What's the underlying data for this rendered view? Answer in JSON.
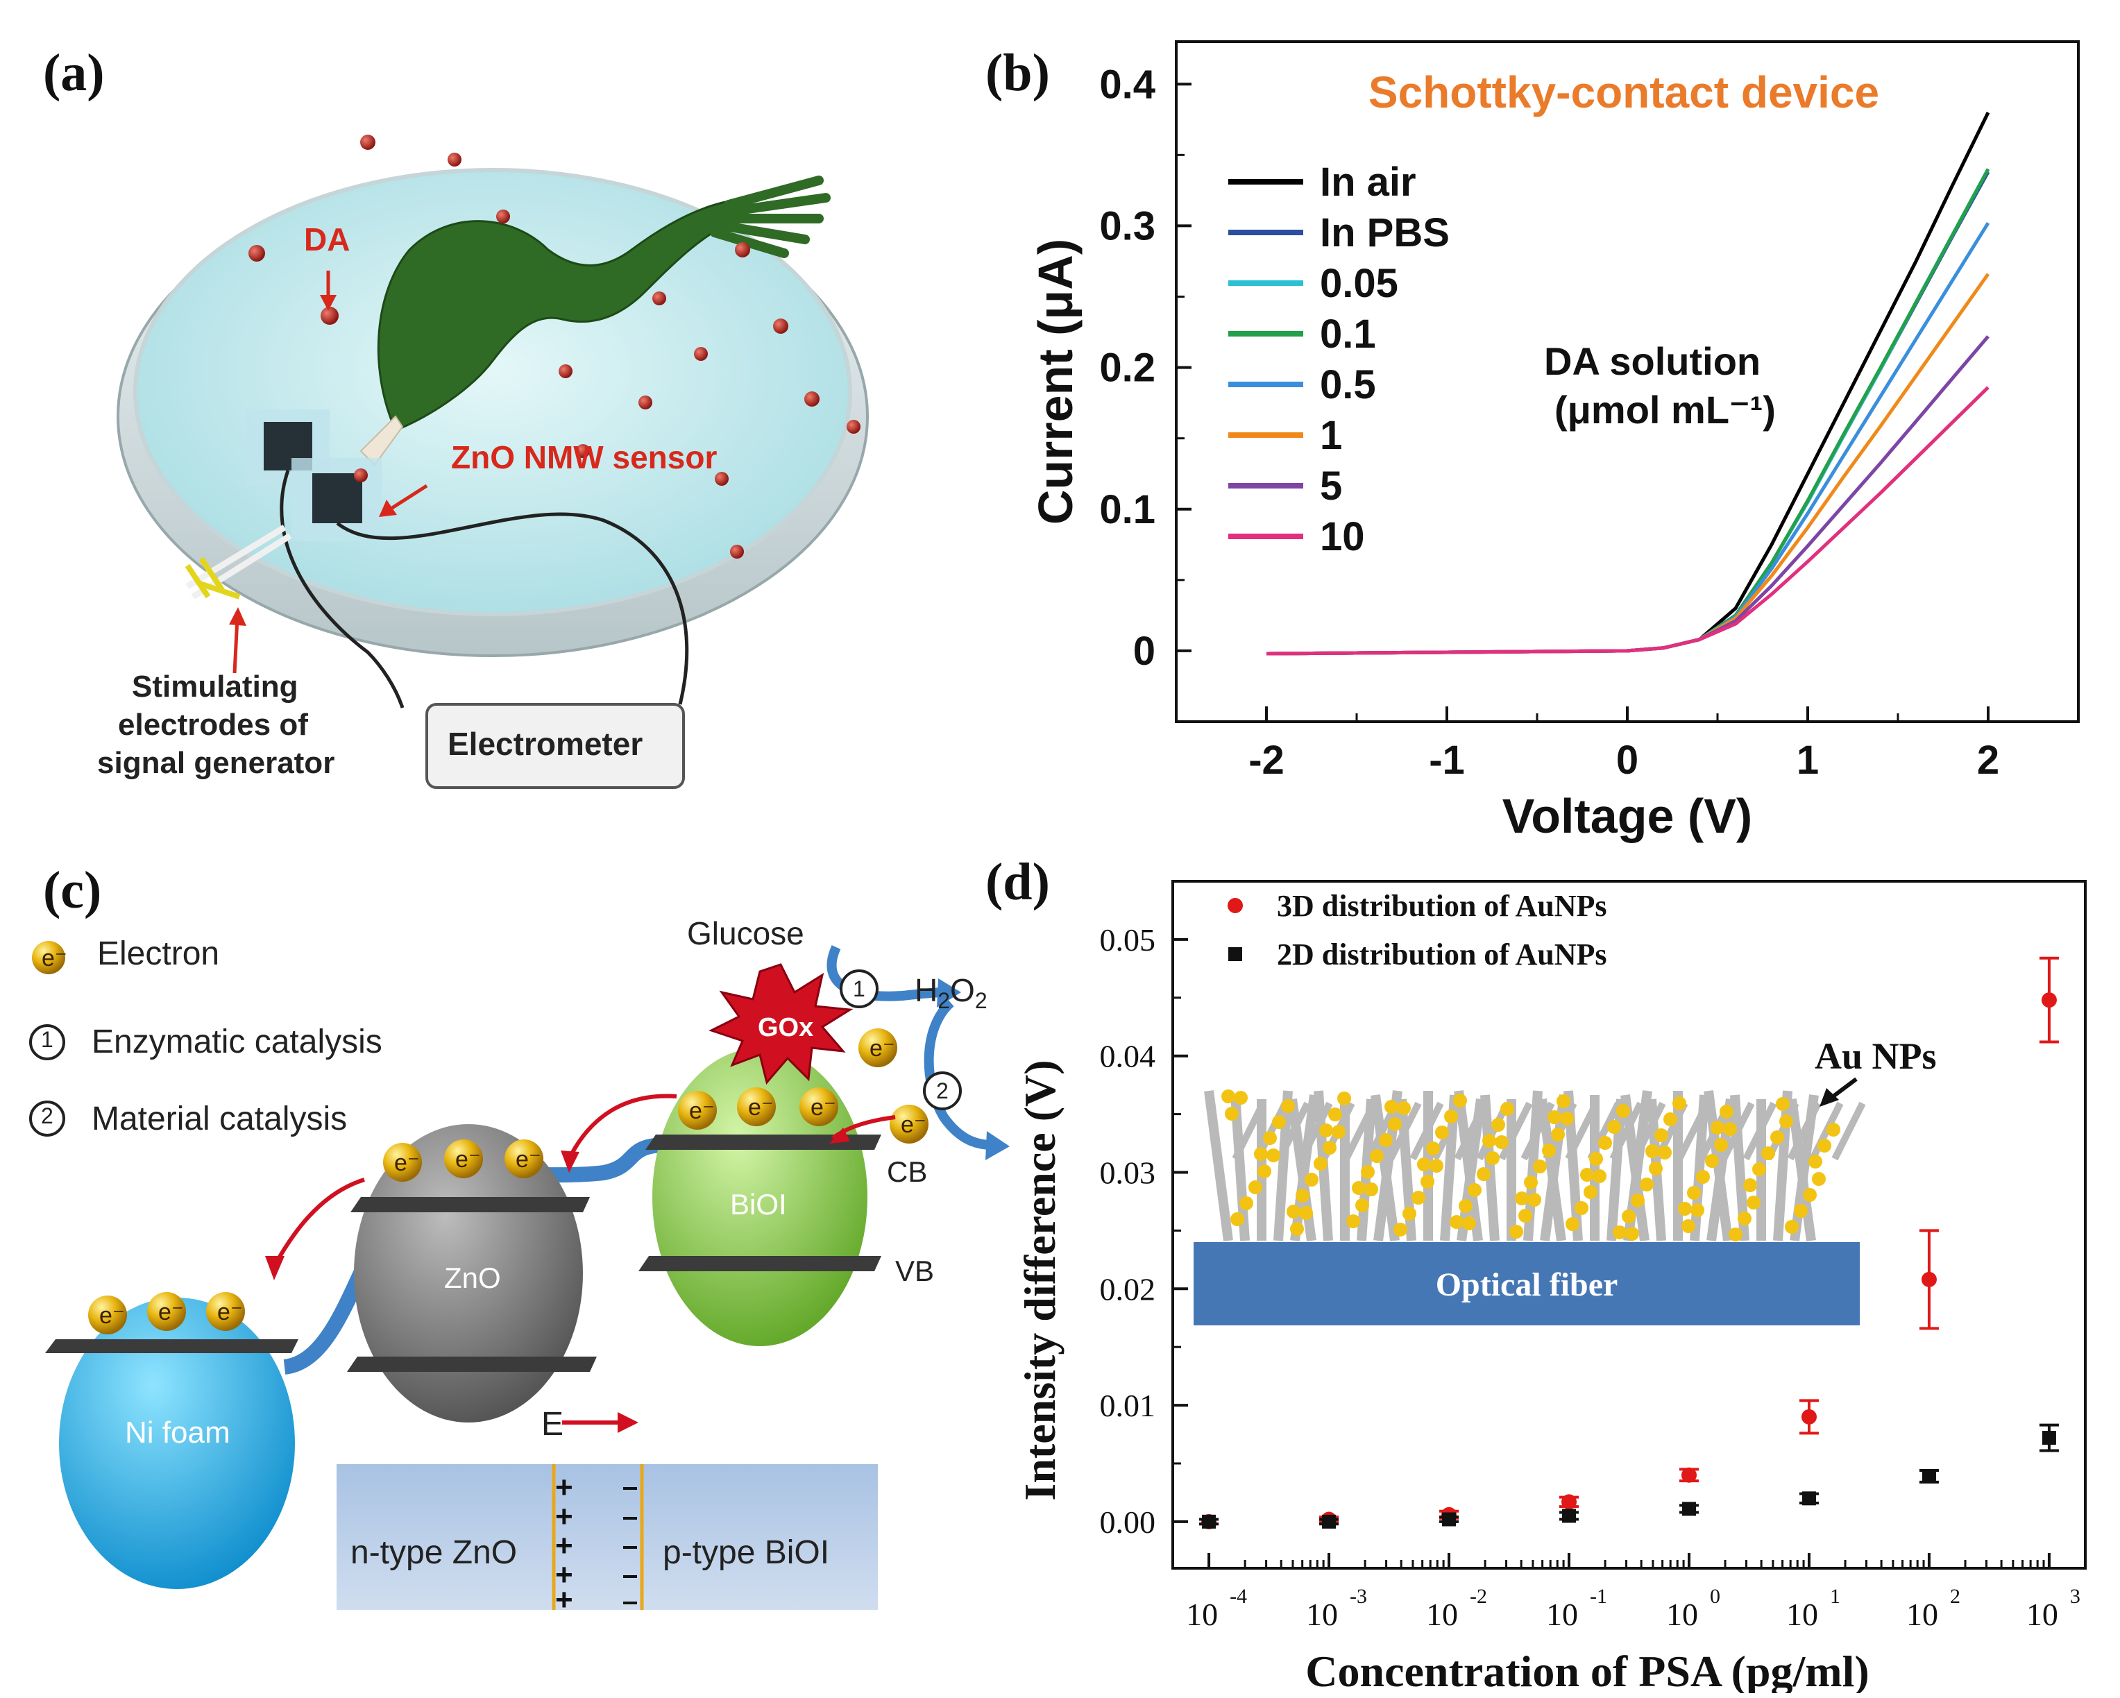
{
  "panels": {
    "a": {
      "label": "(a)",
      "da_label": "DA",
      "sensor_label": "ZnO NMW sensor",
      "stim_label": [
        "Stimulating",
        "electrodes of",
        "signal generator"
      ],
      "meter_label": "Electrometer",
      "colors": {
        "dish": "#c9eef2",
        "accent": "#d8281c",
        "leaf": "#2f6b25"
      }
    },
    "b": {
      "label": "(b)"
    },
    "c": {
      "label": "(c)",
      "legend": {
        "electron": "Electron",
        "enzymatic": "Enzymatic catalysis",
        "material": "Material catalysis"
      },
      "glucose": "Glucose",
      "h2o2_main": "H",
      "h2o2_sub1": "2",
      "h2o2_mid": "O",
      "h2o2_sub2": "2",
      "gox": "GOx",
      "cb": "CB",
      "vb": "VB",
      "biol": "BiOI",
      "zno": "ZnO",
      "ni": "Ni foam",
      "field": "E",
      "ntype": "n-type ZnO",
      "ptype": "p-type BiOI",
      "electron_symbol": "e",
      "electron_sup": "-",
      "circle1": "1",
      "circle2": "2",
      "colors": {
        "biol": "#8ed04a",
        "zno": "#7d7d7d",
        "ni": "#29aee8",
        "electron": "#e8b510",
        "gox": "#d01020",
        "junction": "#b9cde6"
      }
    },
    "d": {
      "label": "(d)",
      "inset_aunps": "Au NPs",
      "inset_fiber": "Optical fiber",
      "colors": {
        "fiber": "#4677b5",
        "nanowire": "#b9b9b9",
        "np": "#f2c313"
      }
    }
  },
  "chart_data": [
    {
      "type": "line",
      "title": "Schottky-contact device",
      "xlabel": "Voltage (V)",
      "ylabel": "Current (μA)",
      "xlim": [
        -2.5,
        2.5
      ],
      "ylim": [
        -0.05,
        0.43
      ],
      "xticks": [
        "-2",
        "-1",
        "0",
        "1",
        "2"
      ],
      "yticks": [
        "0",
        "0.1",
        "0.2",
        "0.3",
        "0.4"
      ],
      "legend_title": [
        "DA solution",
        "(μmol mL⁻¹)"
      ],
      "legend_placement": "left",
      "grid": false,
      "x": [
        -2,
        -1,
        0,
        0.2,
        0.4,
        0.6,
        0.8,
        1.0,
        1.2,
        1.4,
        1.6,
        1.8,
        2.0
      ],
      "series": [
        {
          "name": "In air",
          "color": "#000000",
          "values": [
            -0.002,
            -0.001,
            0.0,
            0.002,
            0.008,
            0.03,
            0.075,
            0.125,
            0.175,
            0.225,
            0.275,
            0.328,
            0.38
          ]
        },
        {
          "name": "In PBS",
          "color": "#2a4f9e",
          "values": [
            -0.002,
            -0.001,
            0.0,
            0.002,
            0.008,
            0.025,
            0.062,
            0.105,
            0.152,
            0.198,
            0.245,
            0.292,
            0.338
          ]
        },
        {
          "name": "0.05",
          "color": "#2cc0d6",
          "values": [
            -0.002,
            -0.001,
            0.0,
            0.002,
            0.008,
            0.025,
            0.062,
            0.105,
            0.152,
            0.198,
            0.246,
            0.293,
            0.34
          ]
        },
        {
          "name": "0.1",
          "color": "#22a04a",
          "values": [
            -0.002,
            -0.001,
            0.0,
            0.002,
            0.008,
            0.025,
            0.062,
            0.106,
            0.153,
            0.199,
            0.246,
            0.293,
            0.34
          ]
        },
        {
          "name": "0.5",
          "color": "#3a8fdc",
          "values": [
            -0.002,
            -0.001,
            0.0,
            0.002,
            0.008,
            0.024,
            0.058,
            0.097,
            0.138,
            0.179,
            0.22,
            0.261,
            0.302
          ]
        },
        {
          "name": "1",
          "color": "#ef8a1a",
          "values": [
            -0.002,
            -0.001,
            0.0,
            0.002,
            0.008,
            0.023,
            0.053,
            0.087,
            0.123,
            0.158,
            0.194,
            0.23,
            0.266
          ]
        },
        {
          "name": "5",
          "color": "#7d45a6",
          "values": [
            -0.002,
            -0.001,
            0.0,
            0.002,
            0.008,
            0.021,
            0.046,
            0.074,
            0.103,
            0.132,
            0.162,
            0.192,
            0.222
          ]
        },
        {
          "name": "10",
          "color": "#e0307e",
          "values": [
            -0.002,
            -0.001,
            0.0,
            0.002,
            0.008,
            0.019,
            0.04,
            0.063,
            0.087,
            0.111,
            0.136,
            0.161,
            0.186
          ]
        }
      ]
    },
    {
      "type": "scatter",
      "xlabel": "Concentration of PSA (pg/ml)",
      "ylabel": "Intensity difference (V)",
      "xscale": "log",
      "xlim": [
        5e-05,
        2000
      ],
      "ylim": [
        -0.004,
        0.055
      ],
      "xticks_base": "10",
      "xticks_exp": [
        "-4",
        "-3",
        "-2",
        "-1",
        "0",
        "1",
        "2",
        "3"
      ],
      "yticks": [
        "0.00",
        "0.01",
        "0.02",
        "0.03",
        "0.04",
        "0.05"
      ],
      "legend_placement": "top-left",
      "grid": false,
      "x": [
        0.0001,
        0.001,
        0.01,
        0.1,
        1,
        10,
        100,
        1000
      ],
      "series": [
        {
          "name": "3D distribution of AuNPs",
          "color": "#e01818",
          "marker": "circle",
          "values": [
            0.0,
            0.0002,
            0.0006,
            0.0017,
            0.004,
            0.009,
            0.0208,
            0.0448
          ],
          "errors": [
            0.0002,
            0.0002,
            0.0003,
            0.0004,
            0.0005,
            0.0014,
            0.0042,
            0.0036
          ]
        },
        {
          "name": "2D distribution of AuNPs",
          "color": "#111111",
          "marker": "square",
          "values": [
            0.0,
            0.0,
            0.0002,
            0.0005,
            0.0011,
            0.002,
            0.0039,
            0.0072
          ],
          "errors": [
            0.0002,
            0.0002,
            0.0002,
            0.0003,
            0.0003,
            0.0004,
            0.0005,
            0.0011
          ]
        }
      ]
    }
  ]
}
